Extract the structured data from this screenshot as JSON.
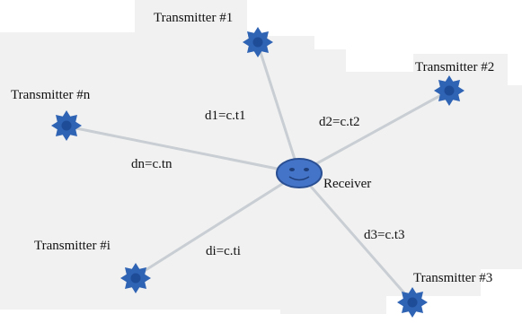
{
  "colors": {
    "background_panel": "#f1f1f1",
    "link": "#c8ced3",
    "transmitter_fill": "#2f63b4",
    "transmitter_center": "#1f4c97",
    "receiver_fill": "#4474c8",
    "receiver_stroke": "#2a4f92",
    "text": "#111111"
  },
  "receiver": {
    "label": "Receiver",
    "icon": "receiver-smiley-icon"
  },
  "transmitters": [
    {
      "id": "t1",
      "label": "Transmitter #1",
      "link_label": "d1=c.t1",
      "icon": "transmitter-star-icon"
    },
    {
      "id": "t2",
      "label": "Transmitter #2",
      "link_label": "d2=c.t2",
      "icon": "transmitter-star-icon"
    },
    {
      "id": "t3",
      "label": "Transmitter #3",
      "link_label": "d3=c.t3",
      "icon": "transmitter-star-icon"
    },
    {
      "id": "ti",
      "label": "Transmitter #i",
      "link_label": "di=c.ti",
      "icon": "transmitter-star-icon"
    },
    {
      "id": "tn",
      "label": "Transmitter #n",
      "link_label": "dn=c.tn",
      "icon": "transmitter-star-icon"
    }
  ]
}
